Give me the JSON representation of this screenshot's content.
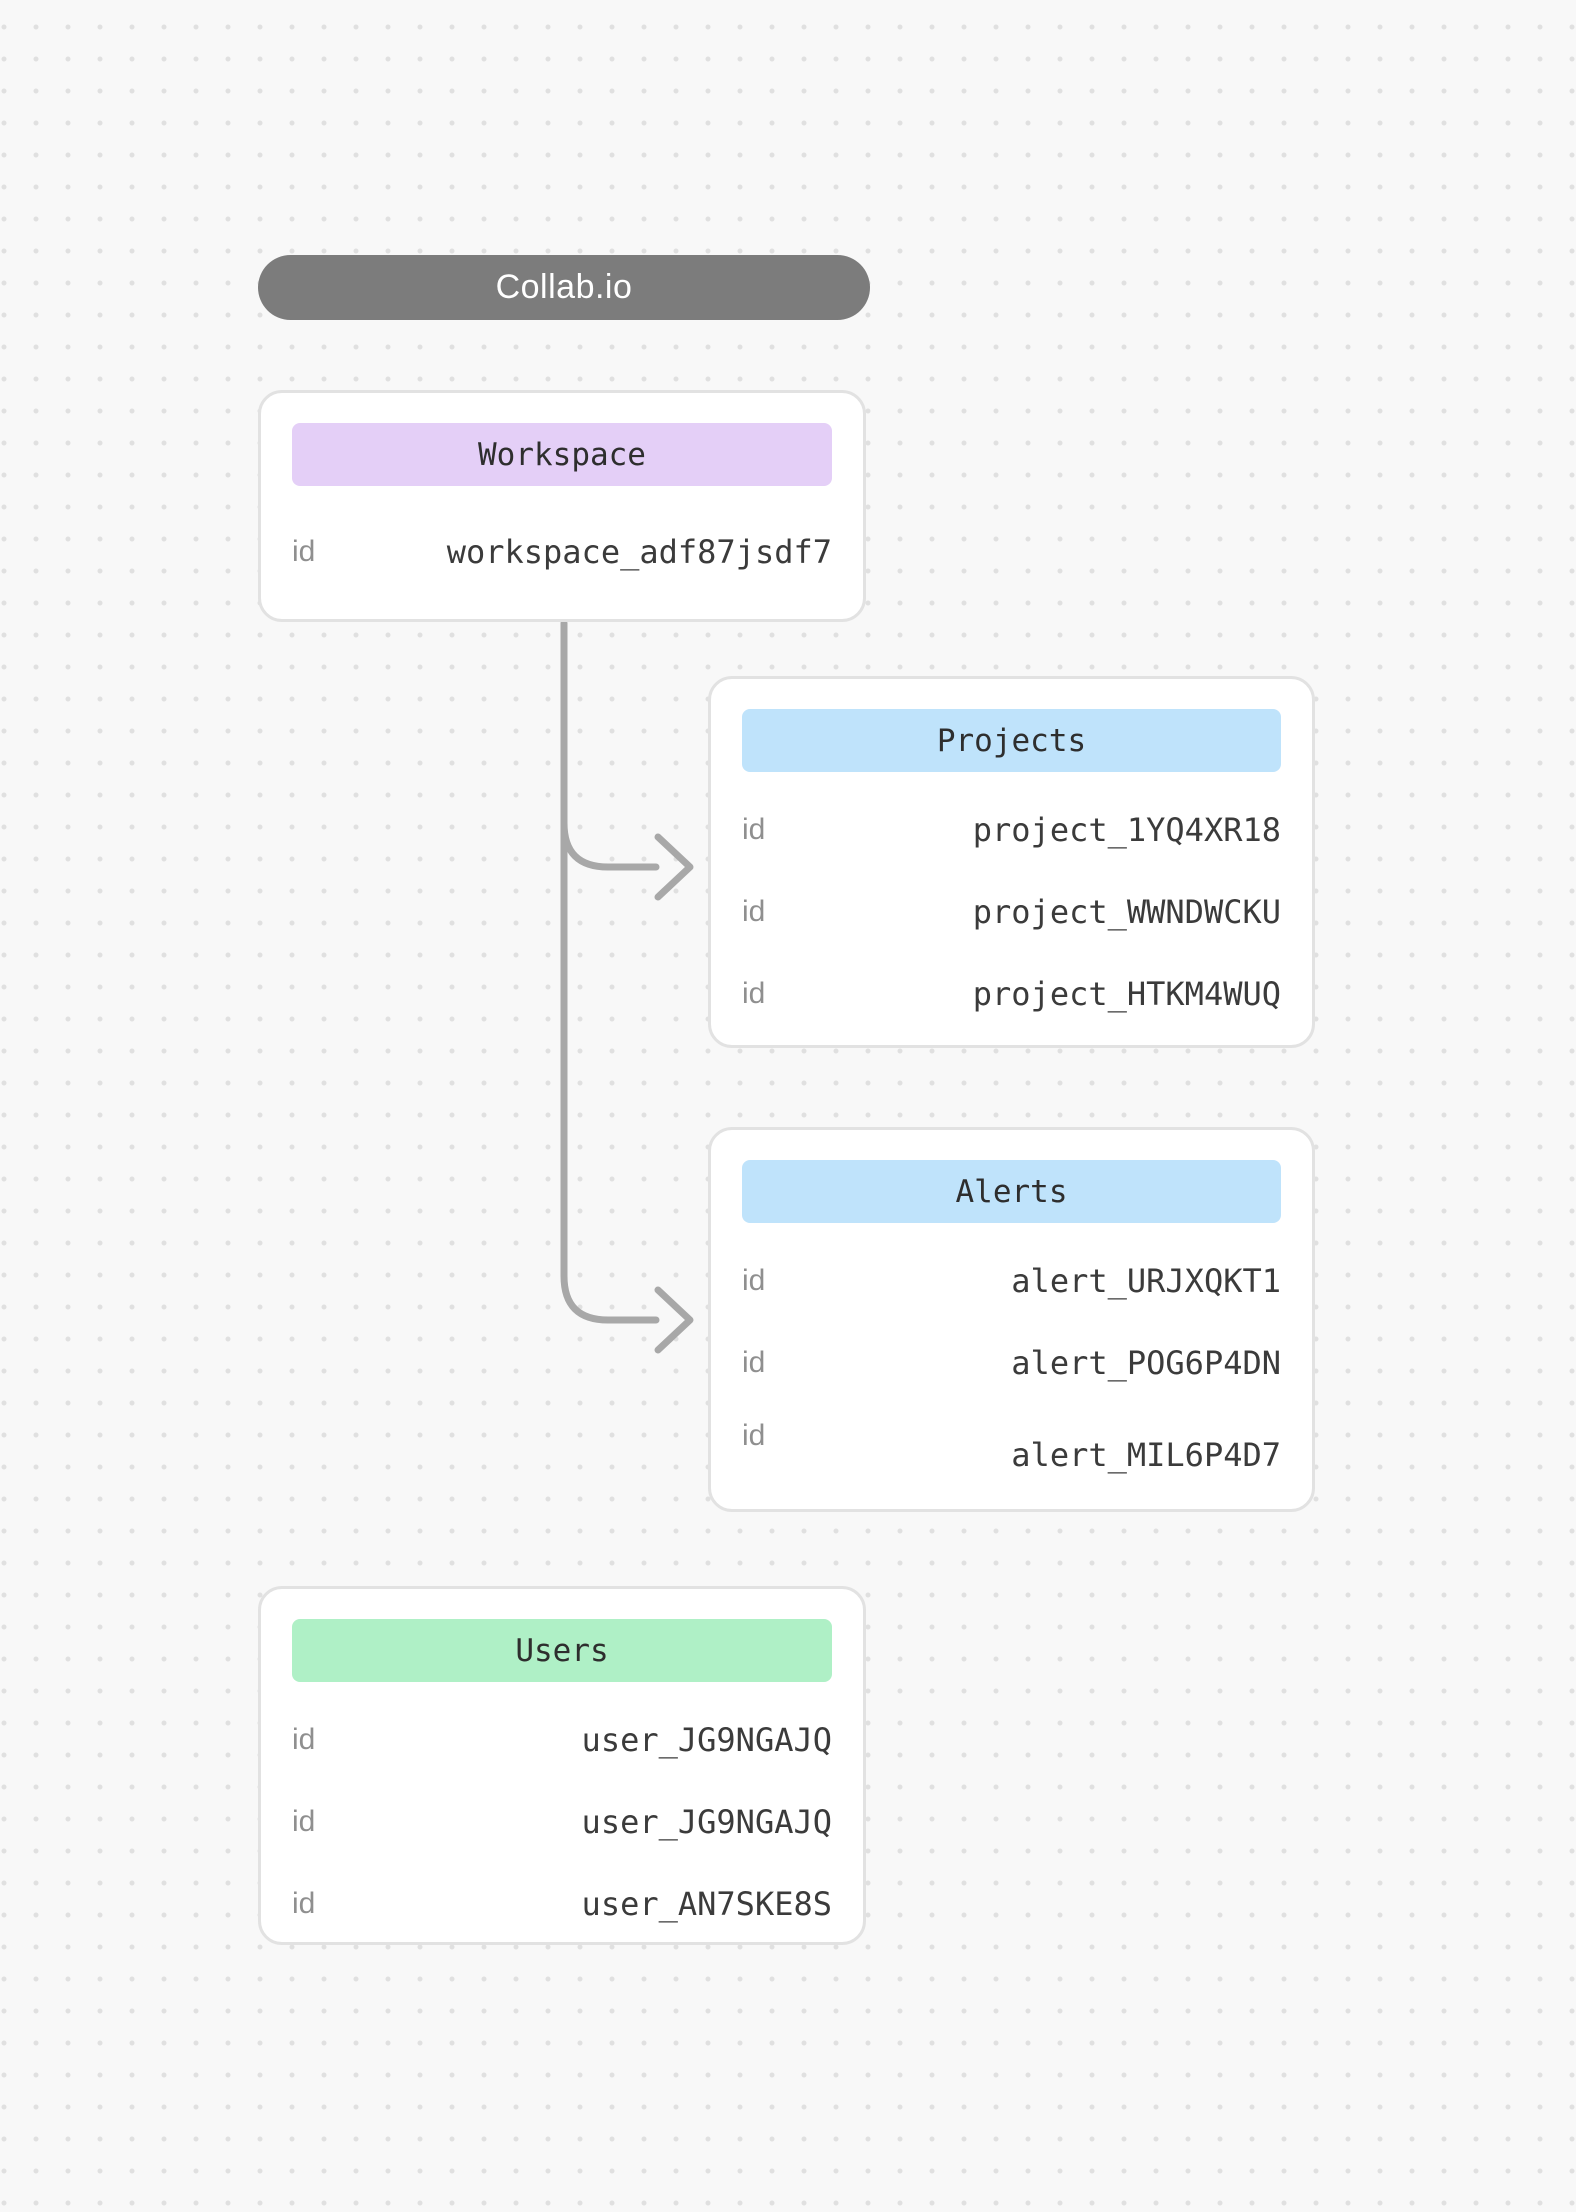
{
  "app": {
    "title": "Collab.io"
  },
  "colors": {
    "title_pill_bg": "#7c7c7c",
    "workspace_header_bg": "#e4cff7",
    "projects_header_bg": "#bfe3fb",
    "alerts_header_bg": "#bfe3fb",
    "users_header_bg": "#aff0c6",
    "connector_gray": "#a8a8a8",
    "card_border": "#e2e2e2",
    "canvas_bg": "#f8f8f8"
  },
  "entities": [
    {
      "name": "Workspace",
      "rows": [
        {
          "key": "id",
          "value": "workspace_adf87jsdf7"
        }
      ]
    },
    {
      "name": "Projects",
      "rows": [
        {
          "key": "id",
          "value": "project_1YQ4XR18"
        },
        {
          "key": "id",
          "value": "project_WWNDWCKU"
        },
        {
          "key": "id",
          "value": "project_HTKM4WUQ"
        }
      ]
    },
    {
      "name": "Alerts",
      "rows": [
        {
          "key": "id",
          "value": "alert_URJXQKT1"
        },
        {
          "key": "id",
          "value": "alert_POG6P4DN"
        },
        {
          "key": "id",
          "value": "alert_MIL6P4D7"
        }
      ]
    },
    {
      "name": "Users",
      "rows": [
        {
          "key": "id",
          "value": "user_JG9NGAJQ"
        },
        {
          "key": "id",
          "value": "user_JG9NGAJQ"
        },
        {
          "key": "id",
          "value": "user_AN7SKE8S"
        }
      ]
    }
  ]
}
